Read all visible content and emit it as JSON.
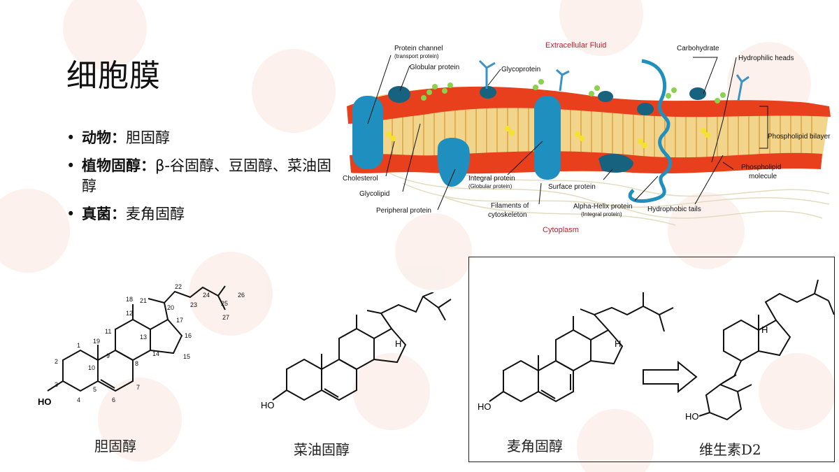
{
  "slide": {
    "title": "细胞膜",
    "bullets": [
      {
        "key": "动物：",
        "value": "胆固醇"
      },
      {
        "key": "植物固醇：",
        "value": "β-谷固醇、豆固醇、菜油固醇"
      },
      {
        "key": "真菌：",
        "value": "麦角固醇"
      }
    ]
  },
  "membrane": {
    "labels": {
      "extracellular": "Extracellular Fluid",
      "cytoplasm": "Cytoplasm",
      "protein_channel": "Protein channel",
      "protein_channel_sub": "(transport protein)",
      "globular_protein": "Globular protein",
      "glycoprotein": "Glycoprotein",
      "carbohydrate": "Carbohydrate",
      "hydrophilic_heads": "Hydrophilic heads",
      "phospholipid_bilayer": "Phospholipid bilayer",
      "phospholipid_molecule_1": "Phospholipid",
      "phospholipid_molecule_2": "molecule",
      "cholesterol": "Cholesterol",
      "glycolipid": "Glycolipid",
      "peripheral_protein": "Peripheral protein",
      "integral_protein": "Integral protein",
      "integral_protein_sub": "(Globular protein)",
      "surface_protein": "Surface protein",
      "filaments_1": "Filaments of",
      "filaments_2": "cytoskeleton",
      "alpha_helix": "Alpha-Helix protein",
      "alpha_helix_sub": "(Integral protein)",
      "hydrophobic_tails": "Hydrophobic tails"
    }
  },
  "structures": {
    "cholesterol": {
      "caption": "胆固醇",
      "ho": "HO",
      "numbers": [
        "1",
        "2",
        "3",
        "4",
        "5",
        "6",
        "7",
        "8",
        "9",
        "10",
        "11",
        "12",
        "13",
        "14",
        "15",
        "16",
        "17",
        "18",
        "19",
        "20",
        "21",
        "22",
        "23",
        "24",
        "25",
        "26",
        "27"
      ]
    },
    "campesterol": {
      "caption": "菜油固醇",
      "ho": "HO",
      "h": "H"
    },
    "ergosterol": {
      "caption": "麦角固醇",
      "ho": "HO",
      "h": "H"
    },
    "vitamin_d2": {
      "caption": "维生素D2",
      "ho": "HO",
      "h": "H"
    }
  },
  "colors": {
    "head": "#e8401c",
    "tail": "#d9a43a",
    "protein": "#1f8fbf",
    "protein_dark": "#17627f",
    "label_red": "#c0202c"
  }
}
